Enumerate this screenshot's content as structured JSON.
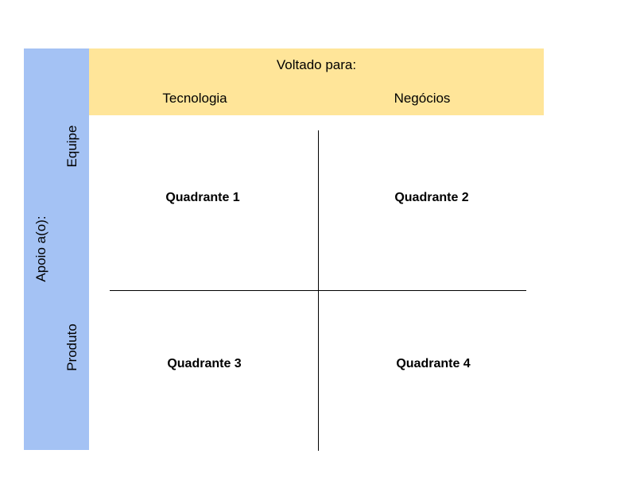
{
  "header": {
    "title": "Voltado para:",
    "columns": [
      "Tecnologia",
      "Negócios"
    ]
  },
  "side": {
    "title": "Apoio a(o):",
    "rows": [
      "Equipe",
      "Produto"
    ]
  },
  "quadrants": [
    "Quadrante 1",
    "Quadrante 2",
    "Quadrante 3",
    "Quadrante 4"
  ],
  "colors": {
    "header_band": "#ffe599",
    "side_band": "#a4c2f4",
    "divider": "#000000"
  }
}
